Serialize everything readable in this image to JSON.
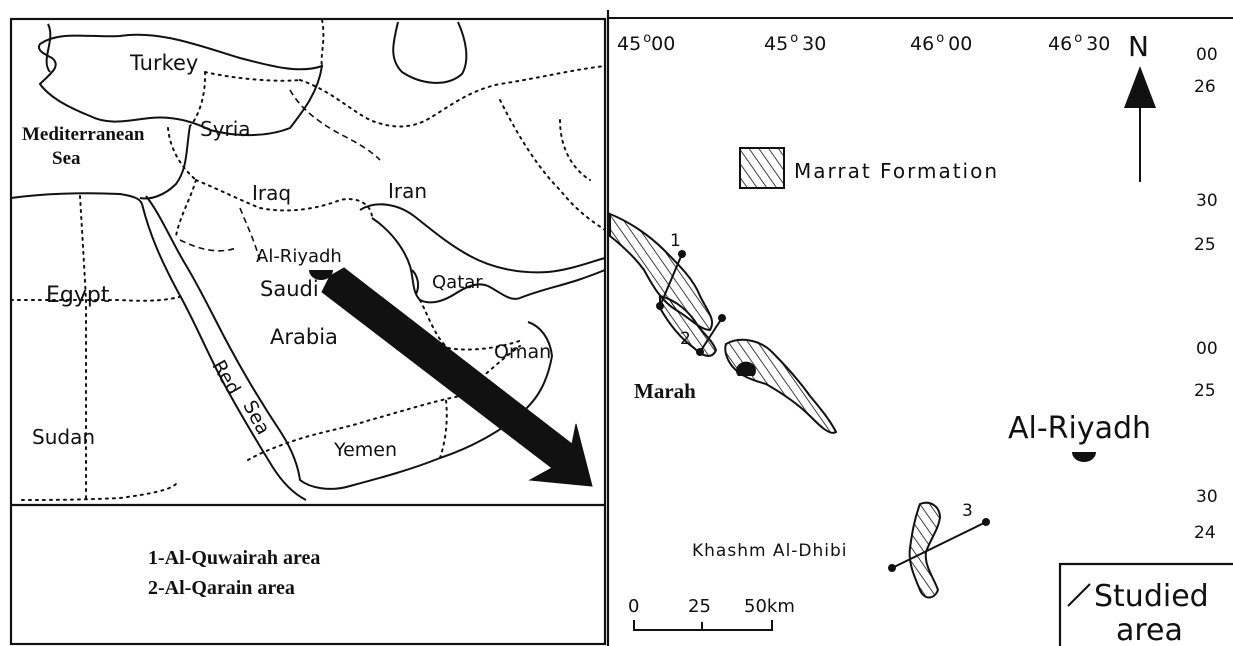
{
  "left_map": {
    "countries": {
      "turkey": "Turkey",
      "syria": "Syria",
      "iraq": "Iraq",
      "iran": "Iran",
      "egypt": "Egypt",
      "saudi": "Saudi",
      "arabia": "Arabia",
      "qatar": "Qatar",
      "oman": "Oman",
      "sudan": "Sudan",
      "yemen": "Yemen"
    },
    "seas": {
      "med_line1": "Mediterranean",
      "med_line2": "Sea",
      "red": "Red",
      "red_sea": "Sea"
    },
    "city": "Al-Riyadh"
  },
  "legend_box": {
    "item1": "1-Al-Quwairah area",
    "item2": "2-Al-Qarain area"
  },
  "right_map": {
    "longitudes": [
      {
        "deg": "45",
        "min": "00"
      },
      {
        "deg": "45",
        "min": "30"
      },
      {
        "deg": "46",
        "min": "00"
      },
      {
        "deg": "46",
        "min": "30"
      }
    ],
    "latitudes": [
      {
        "deg": "26",
        "min": "00"
      },
      {
        "deg": "25",
        "min": "30"
      },
      {
        "deg": "25",
        "min": "00"
      },
      {
        "deg": "24",
        "min": "30"
      }
    ],
    "north": "N",
    "formation_legend": "Marrat Formation",
    "site_labels": [
      "1",
      "2",
      "3"
    ],
    "places": {
      "marah": "Marah",
      "riyadh": "Al-Riyadh",
      "khashm": "Khashm Al-Dhibi"
    },
    "scale": {
      "t0": "0",
      "t1": "25",
      "t2": "50km"
    },
    "studied_line1": "Studied",
    "studied_line2": "area"
  }
}
